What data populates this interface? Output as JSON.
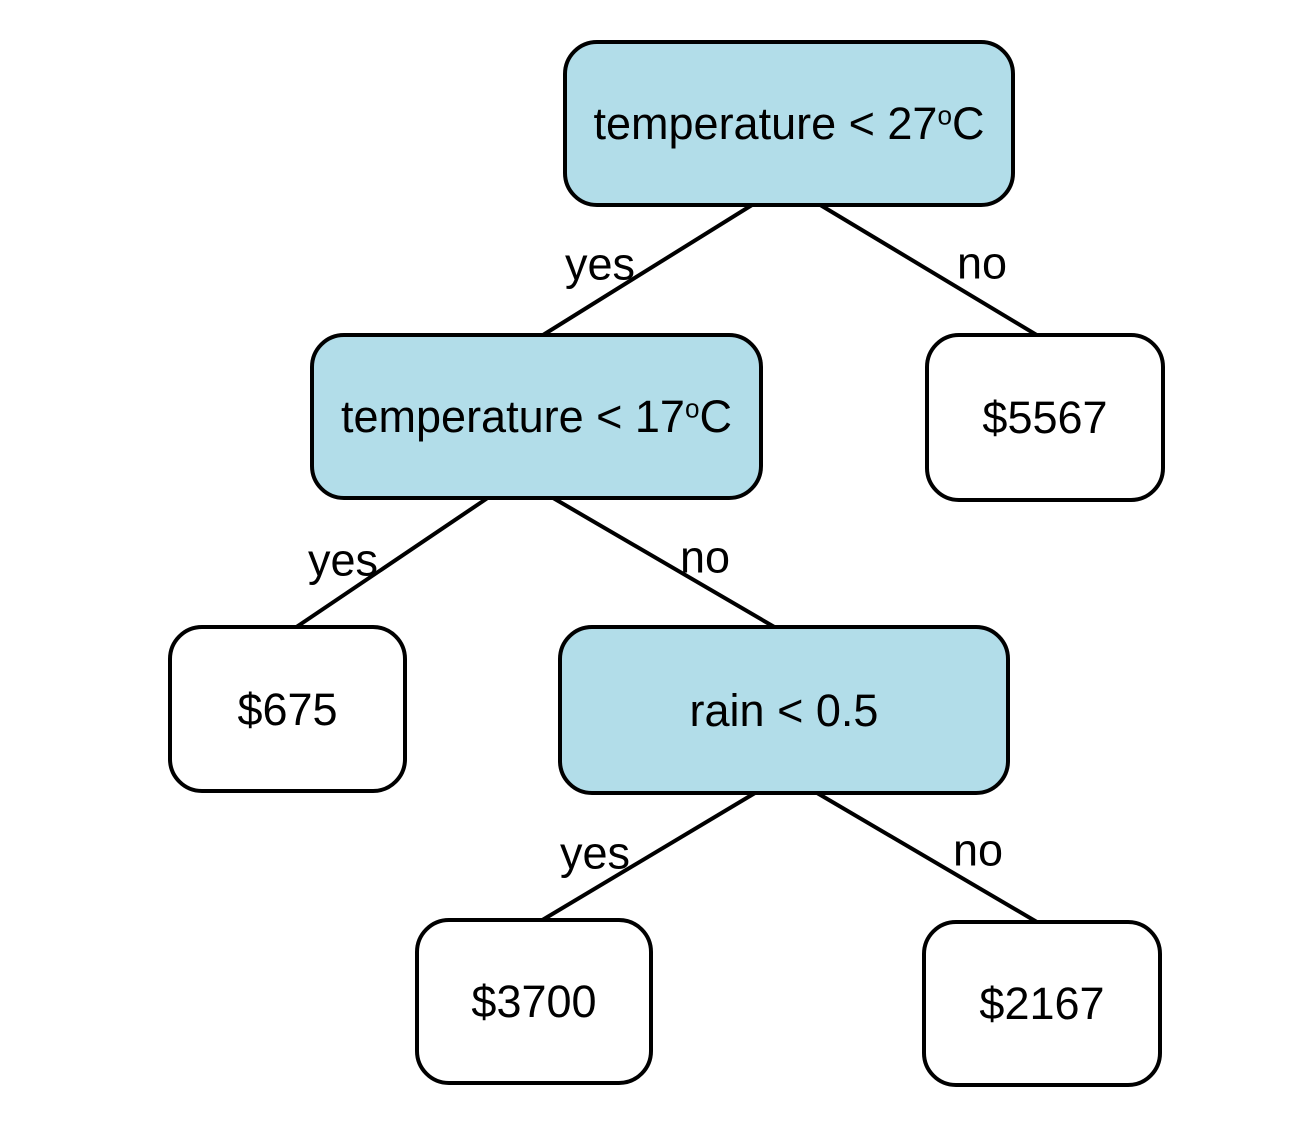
{
  "diagram": {
    "type": "decision-tree",
    "colors": {
      "decision_node_fill": "#b2dde9",
      "leaf_node_fill": "#ffffff",
      "stroke": "#000000",
      "background": "#ffffff"
    },
    "nodes": [
      {
        "id": "root",
        "type": "decision",
        "label_main": "temperature < 27",
        "label_sup": "o",
        "label_end": "C"
      },
      {
        "id": "temp17",
        "type": "decision",
        "label_main": "temperature < 17",
        "label_sup": "o",
        "label_end": "C"
      },
      {
        "id": "leaf-5567",
        "type": "leaf",
        "label_main": "$5567"
      },
      {
        "id": "leaf-675",
        "type": "leaf",
        "label_main": "$675"
      },
      {
        "id": "rain",
        "type": "decision",
        "label_main": "rain < 0.5"
      },
      {
        "id": "leaf-3700",
        "type": "leaf",
        "label_main": "$3700"
      },
      {
        "id": "leaf-2167",
        "type": "leaf",
        "label_main": "$2167"
      }
    ],
    "edges": [
      {
        "from": "root",
        "to": "temp17",
        "label": "yes"
      },
      {
        "from": "root",
        "to": "leaf-5567",
        "label": "no"
      },
      {
        "from": "temp17",
        "to": "leaf-675",
        "label": "yes"
      },
      {
        "from": "temp17",
        "to": "rain",
        "label": "no"
      },
      {
        "from": "rain",
        "to": "leaf-3700",
        "label": "yes"
      },
      {
        "from": "rain",
        "to": "leaf-2167",
        "label": "no"
      }
    ]
  }
}
